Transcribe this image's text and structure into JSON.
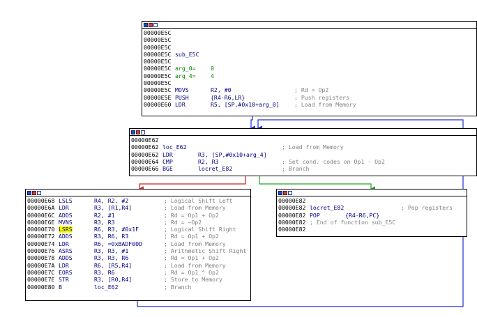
{
  "colors": {
    "edge_unconditional": "#1f2fd8",
    "edge_true": "#21a521",
    "edge_false": "#d81f1f",
    "border": "#000000",
    "text": "#000080",
    "comment": "#808080",
    "number": "#008000",
    "highlight": "#ffff00"
  },
  "icons": [
    "graph-color-icon",
    "graph-palette-icon",
    "graph-list-icon"
  ],
  "nodes": {
    "sub": {
      "lines": [
        {
          "addr": "00000E5C",
          "mnem": "",
          "ops": "",
          "comment": ""
        },
        {
          "addr": "00000E5C",
          "mnem": "",
          "ops": "",
          "comment": ""
        },
        {
          "addr": "00000E5C",
          "mnem": "",
          "ops": "",
          "comment": ""
        },
        {
          "addr": "00000E5C",
          "mnem": "sub_E5C",
          "ops": "",
          "comment": ""
        },
        {
          "addr": "00000E5C",
          "mnem": "",
          "ops": "",
          "comment": ""
        },
        {
          "addr": "00000E5C",
          "mnem": "arg_0=",
          "ops": "0",
          "comment": ""
        },
        {
          "addr": "00000E5C",
          "mnem": "arg_4=",
          "ops": "4",
          "comment": ""
        },
        {
          "addr": "00000E5C",
          "mnem": "",
          "ops": "",
          "comment": ""
        },
        {
          "addr": "00000E5C",
          "mnem": "MOVS",
          "ops": "R2, #0",
          "comment": "; Rd = Op2"
        },
        {
          "addr": "00000E5E",
          "mnem": "PUSH",
          "ops": "{R4-R6,LR}",
          "comment": "; Push registers"
        },
        {
          "addr": "00000E60",
          "mnem": "LDR",
          "ops": "R5, [SP,#0x10+arg_0]",
          "comment": "; Load from Memory"
        }
      ]
    },
    "loop": {
      "lines": [
        {
          "addr": "00000E62",
          "mnem": "",
          "ops": "",
          "comment": ""
        },
        {
          "addr": "00000E62",
          "mnem": "loc_E62",
          "ops": "",
          "comment": "; Load from Memory"
        },
        {
          "addr": "00000E62",
          "mnem": "LDR",
          "ops": "R3, [SP,#0x10+arg_4]",
          "comment": ""
        },
        {
          "addr": "00000E64",
          "mnem": "CMP",
          "ops": "R2, R3",
          "comment": "; Set cond. codes on Op1 - Op2"
        },
        {
          "addr": "00000E66",
          "mnem": "BGE",
          "ops": "locret_E82",
          "comment": "; Branch"
        }
      ]
    },
    "body": {
      "lines": [
        {
          "addr": "00000E68",
          "mnem": "LSLS",
          "ops": "R4, R2, #2",
          "comment": "; Logical Shift Left"
        },
        {
          "addr": "00000E6A",
          "mnem": "LDR",
          "ops": "R3, [R1,R4]",
          "comment": "; Load from Memory"
        },
        {
          "addr": "00000E6C",
          "mnem": "ADDS",
          "ops": "R2, #1",
          "comment": "; Rd = Op1 + Op2"
        },
        {
          "addr": "00000E6E",
          "mnem": "MVNS",
          "ops": "R3, R3",
          "comment": "; Rd = ~Op2"
        },
        {
          "addr": "00000E70",
          "mnem": "LSRS",
          "ops": "R6, R3, #0x1F",
          "comment": "; Logical Shift Right"
        },
        {
          "addr": "00000E72",
          "mnem": "ADDS",
          "ops": "R3, R6, R3",
          "comment": "; Rd = Op1 + Op2"
        },
        {
          "addr": "00000E74",
          "mnem": "LDR",
          "ops": "R6, =0xBADF00D",
          "comment": "; Load from Memory"
        },
        {
          "addr": "00000E76",
          "mnem": "ASRS",
          "ops": "R3, R3, #1",
          "comment": "; Arithmetic Shift Right"
        },
        {
          "addr": "00000E78",
          "mnem": "ADDS",
          "ops": "R3, R3, R6",
          "comment": "; Rd = Op1 + Op2"
        },
        {
          "addr": "00000E7A",
          "mnem": "LDR",
          "ops": "R6, [R5,R4]",
          "comment": "; Load from Memory"
        },
        {
          "addr": "00000E7C",
          "mnem": "EORS",
          "ops": "R3, R6",
          "comment": "; Rd = Op1 ^ Op2"
        },
        {
          "addr": "00000E7E",
          "mnem": "STR",
          "ops": "R3, [R0,R4]",
          "comment": "; Store to Memory"
        },
        {
          "addr": "00000E80",
          "mnem": "B",
          "ops": "loc_E62",
          "comment": "; Branch"
        }
      ]
    },
    "ret": {
      "lines": [
        {
          "addr": "00000E82",
          "mnem": "",
          "ops": "",
          "comment": ""
        },
        {
          "addr": "00000E82",
          "mnem": "locret_E82",
          "ops": "",
          "comment": "; Pop registers"
        },
        {
          "addr": "00000E82",
          "mnem": "POP",
          "ops": "{R4-R6,PC}",
          "comment": ""
        },
        {
          "addr": "00000E82",
          "mnem": "; End of function sub_E5C",
          "ops": "",
          "comment": ""
        },
        {
          "addr": "00000E82",
          "mnem": "",
          "ops": "",
          "comment": ""
        }
      ]
    }
  }
}
